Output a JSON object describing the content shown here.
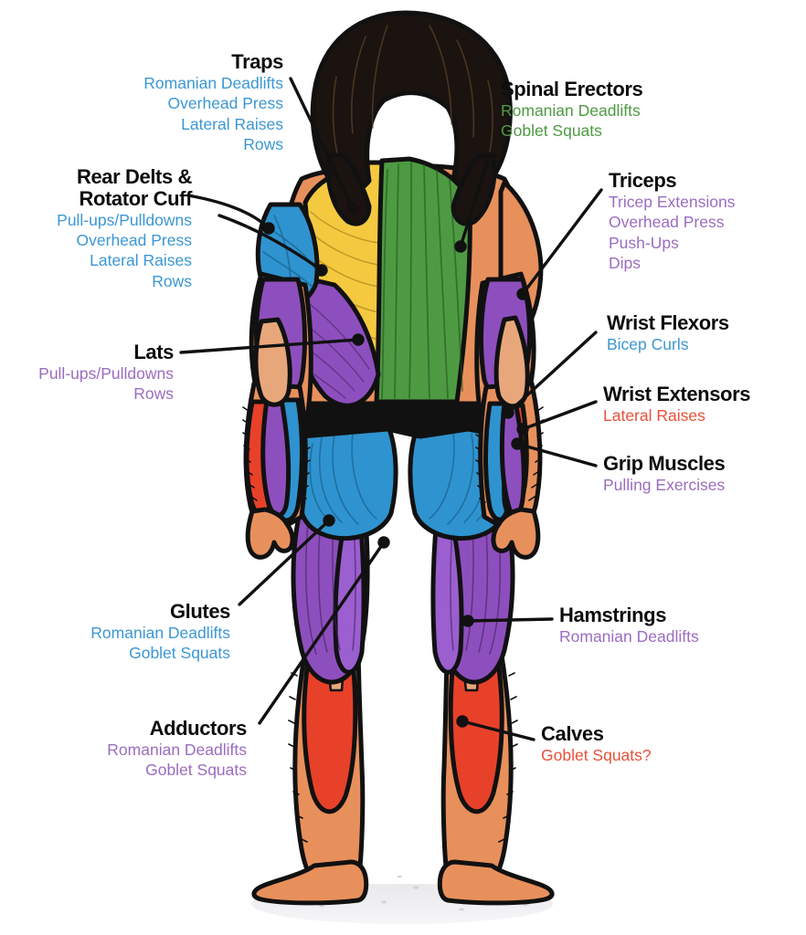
{
  "diagram": {
    "title": "Back-view muscle map with exercise assignments",
    "subject": "posterior human anatomy figure",
    "colors": {
      "traps": "#f5c93f",
      "spinal_erectors": "#4e9a43",
      "rear_delts": "#2f93cf",
      "lats": "#8e4fbe",
      "triceps": "#8e4fbe",
      "wrist_flexors": "#2f93cf",
      "wrist_extensors": "#e8412a",
      "grip": "#8e4fbe",
      "glutes": "#2f93cf",
      "hamstrings": "#8e4fbe",
      "adductors": "#8e4fbe",
      "calves": "#e8412a",
      "skin": "#e8905c",
      "hair": "#1a1310",
      "outline": "#111111",
      "text_blue": "#3b97d3",
      "text_purple": "#9b6cc0",
      "text_green": "#4e9a43",
      "text_red": "#e8503a",
      "text_title": "#0d0d0d"
    },
    "labels": [
      {
        "id": "traps",
        "title": "Traps",
        "color_class": "c-blue",
        "align": "right",
        "items": [
          "Romanian Deadlifts",
          "Overhead Press",
          "Lateral Raises",
          "Rows"
        ]
      },
      {
        "id": "rear-delts-rotator-cuff",
        "title": "Rear Delts &\nRotator Cuff",
        "title_line1": "Rear Delts &",
        "title_line2": "Rotator Cuff",
        "color_class": "c-blue",
        "align": "right",
        "items": [
          "Pull-ups/Pulldowns",
          "Overhead Press",
          "Lateral Raises",
          "Rows"
        ]
      },
      {
        "id": "lats",
        "title": "Lats",
        "color_class": "c-purple",
        "align": "right",
        "items": [
          "Pull-ups/Pulldowns",
          "Rows"
        ]
      },
      {
        "id": "glutes",
        "title": "Glutes",
        "color_class": "c-blue",
        "align": "right",
        "items": [
          "Romanian Deadlifts",
          "Goblet Squats"
        ]
      },
      {
        "id": "adductors",
        "title": "Adductors",
        "color_class": "c-purple",
        "align": "right",
        "items": [
          "Romanian Deadlifts",
          "Goblet Squats"
        ]
      },
      {
        "id": "spinal-erectors",
        "title": "Spinal Erectors",
        "color_class": "c-green",
        "align": "left",
        "items": [
          "Romanian Deadlifts",
          "Goblet Squats"
        ]
      },
      {
        "id": "triceps",
        "title": "Triceps",
        "color_class": "c-purple",
        "align": "left",
        "items": [
          "Tricep Extensions",
          "Overhead Press",
          "Push-Ups",
          "Dips"
        ]
      },
      {
        "id": "wrist-flexors",
        "title": "Wrist Flexors",
        "color_class": "c-blue",
        "align": "left",
        "items": [
          "Bicep Curls"
        ]
      },
      {
        "id": "wrist-extensors",
        "title": "Wrist Extensors",
        "color_class": "c-red",
        "align": "left",
        "items": [
          "Lateral Raises"
        ]
      },
      {
        "id": "grip-muscles",
        "title": "Grip Muscles",
        "color_class": "c-purple",
        "align": "left",
        "items": [
          "Pulling Exercises"
        ]
      },
      {
        "id": "hamstrings",
        "title": "Hamstrings",
        "color_class": "c-purple",
        "align": "left",
        "items": [
          "Romanian Deadlifts"
        ]
      },
      {
        "id": "calves",
        "title": "Calves",
        "color_class": "c-red",
        "align": "left",
        "items": [
          "Goblet Squats?"
        ]
      }
    ]
  }
}
